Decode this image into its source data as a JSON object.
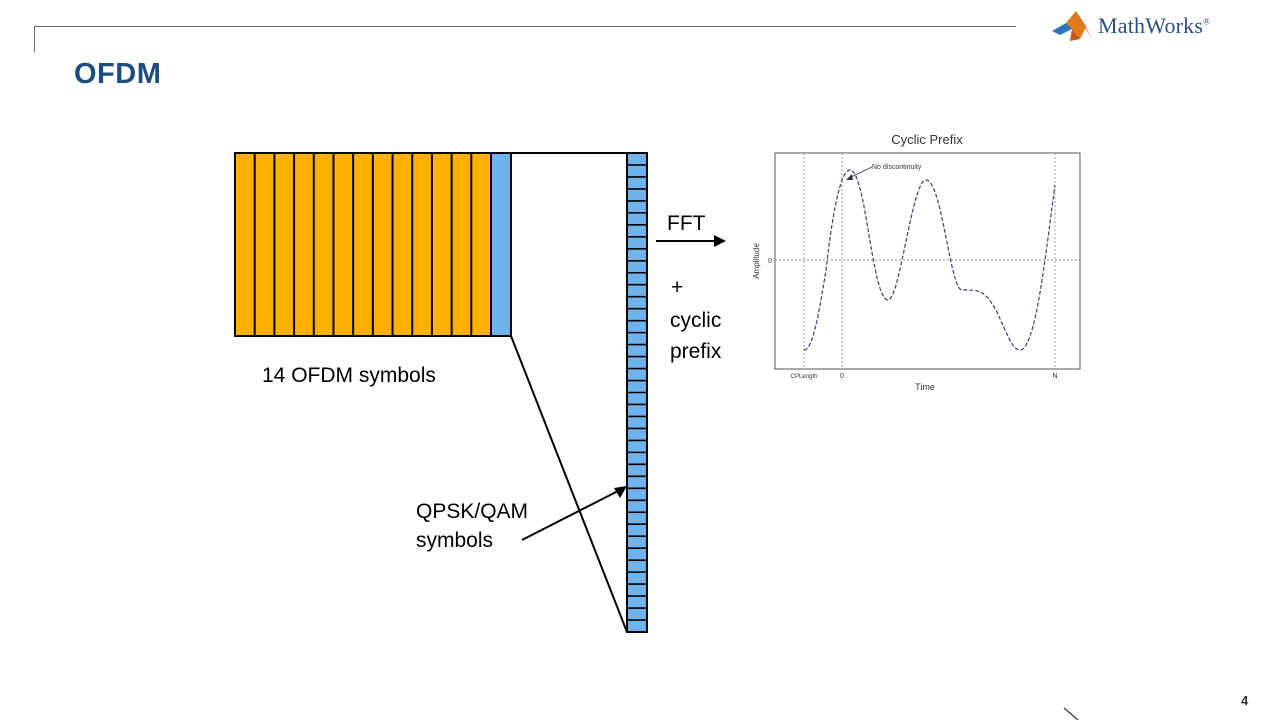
{
  "slide": {
    "title": "OFDM",
    "page_number": "4"
  },
  "logo": {
    "text": "MathWorks",
    "trademark": "®"
  },
  "diagram": {
    "symbols_label": "14 OFDM symbols",
    "qam_label_line1": "QPSK/QAM",
    "qam_label_line2": "symbols",
    "fft_label": "FFT",
    "plus_label": "+",
    "cp_label_line1": "cyclic",
    "cp_label_line2": "prefix",
    "colors": {
      "orange": "#ffb000",
      "blue": "#6fb2ec"
    }
  },
  "inset_plot": {
    "title": "Cyclic Prefix",
    "xlabel": "Time",
    "ylabel": "Amplitude",
    "annotation": "No discontinuity",
    "y_tick": "0",
    "x_ticks": [
      "CPLength",
      "0",
      "N"
    ]
  }
}
